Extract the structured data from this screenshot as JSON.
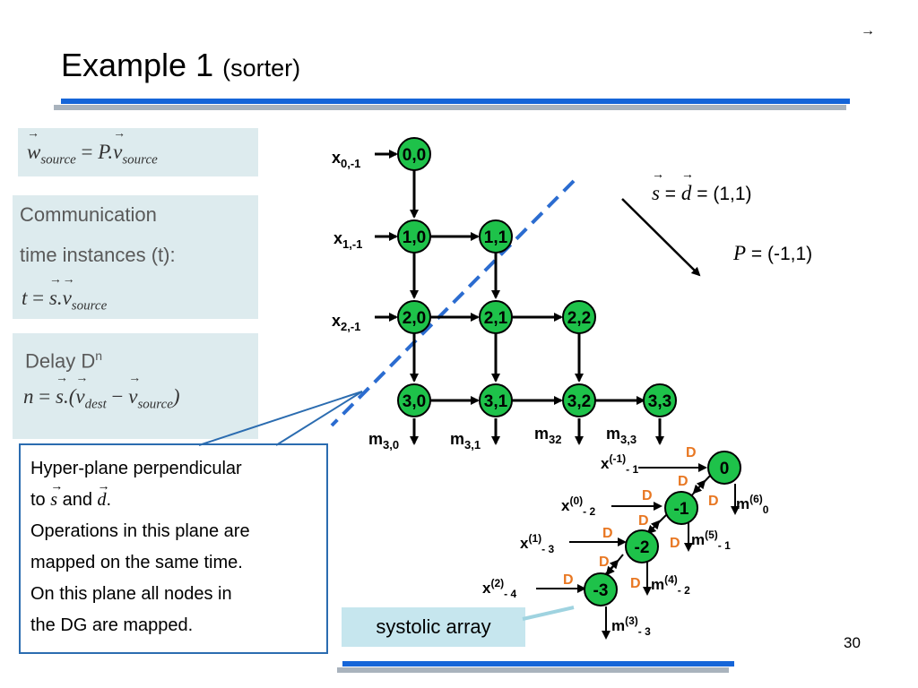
{
  "slide": {
    "title": "Example 1",
    "subtitle": "(sorter)",
    "page_number": "30",
    "nav_glyph": "→"
  },
  "left_panel": {
    "eq1": {
      "lhs": "w",
      "lhs_sub": "source",
      "rhs": "P.",
      "rhs_vec": "v",
      "rhs_sub": "source"
    },
    "comm_line1": "Communication",
    "comm_line2": "time instances (t):",
    "eq2": {
      "lhs": "t",
      "s": "s",
      "v": "v",
      "sub": "source"
    },
    "delay_label": "Delay D",
    "delay_sup": "n",
    "eq3": {
      "lhs": "n",
      "s": "s",
      "v1": "v",
      "sub1": "dest",
      "v2": "v",
      "sub2": "source"
    }
  },
  "callout": {
    "line1": "Hyper-plane perpendicular",
    "line2_to": "to",
    "line2_s": "s",
    "line2_and": "and",
    "line2_d": "d",
    "line3": "Operations in this plane are",
    "line4": "mapped on the same time.",
    "line5": "On this plane all nodes in",
    "line6": "the DG are mapped."
  },
  "right_math": {
    "s": "s",
    "d": "d",
    "sd_value": "= (1,1)",
    "P": "P",
    "P_value": "= (-1,1)"
  },
  "systolic_label": "systolic array",
  "dg": {
    "node_color": "#1ec24a",
    "nodes": [
      {
        "id": "0,0"
      },
      {
        "id": "1,0"
      },
      {
        "id": "1,1"
      },
      {
        "id": "2,0"
      },
      {
        "id": "2,1"
      },
      {
        "id": "2,2"
      },
      {
        "id": "3,0"
      },
      {
        "id": "3,1"
      },
      {
        "id": "3,2"
      },
      {
        "id": "3,3"
      }
    ],
    "inputs": [
      {
        "base": "x",
        "sub": "0,-1"
      },
      {
        "base": "x",
        "sub": "1,-1"
      },
      {
        "base": "x",
        "sub": "2,-1"
      }
    ],
    "outputs": [
      {
        "base": "m",
        "sub": "3,0"
      },
      {
        "base": "m",
        "sub": "3,1"
      },
      {
        "base": "m",
        "sub": "32"
      },
      {
        "base": "m",
        "sub": "3,3"
      }
    ]
  },
  "sa": {
    "delay_color": "#e87722",
    "delay_label": "D",
    "nodes": [
      {
        "id": "0"
      },
      {
        "id": "-1"
      },
      {
        "id": "-2"
      },
      {
        "id": "-3"
      }
    ],
    "inputs": [
      {
        "base": "x",
        "sup": "(-1)",
        "sub": "- 1"
      },
      {
        "base": "x",
        "sup": "(0)",
        "sub": "- 2"
      },
      {
        "base": "x",
        "sup": "(1)",
        "sub": "- 3"
      },
      {
        "base": "x",
        "sup": "(2)",
        "sub": "- 4"
      }
    ],
    "outputs": [
      {
        "base": "m",
        "sup": "(6)",
        "sub": "0"
      },
      {
        "base": "m",
        "sup": "(5)",
        "sub": "- 1"
      },
      {
        "base": "m",
        "sup": "(4)",
        "sub": "- 2"
      },
      {
        "base": "m",
        "sup": "(3)",
        "sub": "- 3"
      }
    ]
  }
}
